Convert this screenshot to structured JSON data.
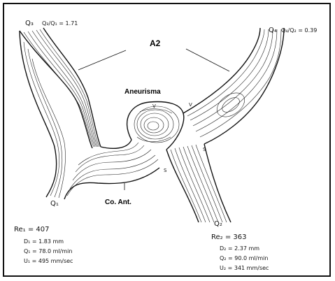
{
  "title": "A2",
  "labels": {
    "aneurysm": "Aneurisma",
    "com_ant": "Co. Ant.",
    "q3": "Q₃",
    "q3_ratio": "Q₃/Q₁ = 1.71",
    "q4": "Q₄",
    "q4_ratio": "Q₄/Q₂ = 0.39",
    "q1": "Q₁",
    "q2": "Q₂",
    "v_left": "V",
    "v_right": "V",
    "s_mid": "S",
    "s_right": "S"
  },
  "left_params": {
    "re": "Re₁ = 407",
    "d": "D₁ = 1.83 mm",
    "q": "Q₁ = 78.0 ml/min",
    "u": "U₁ = 495 mm/sec"
  },
  "right_params": {
    "re": "Re₂ = 363",
    "d": "D₂ = 2.37 mm",
    "q": "Q₂ = 90.0 ml/min",
    "u": "U₂ = 341 mm/sec"
  },
  "colors": {
    "ink": "#111111",
    "background": "#ffffff"
  }
}
